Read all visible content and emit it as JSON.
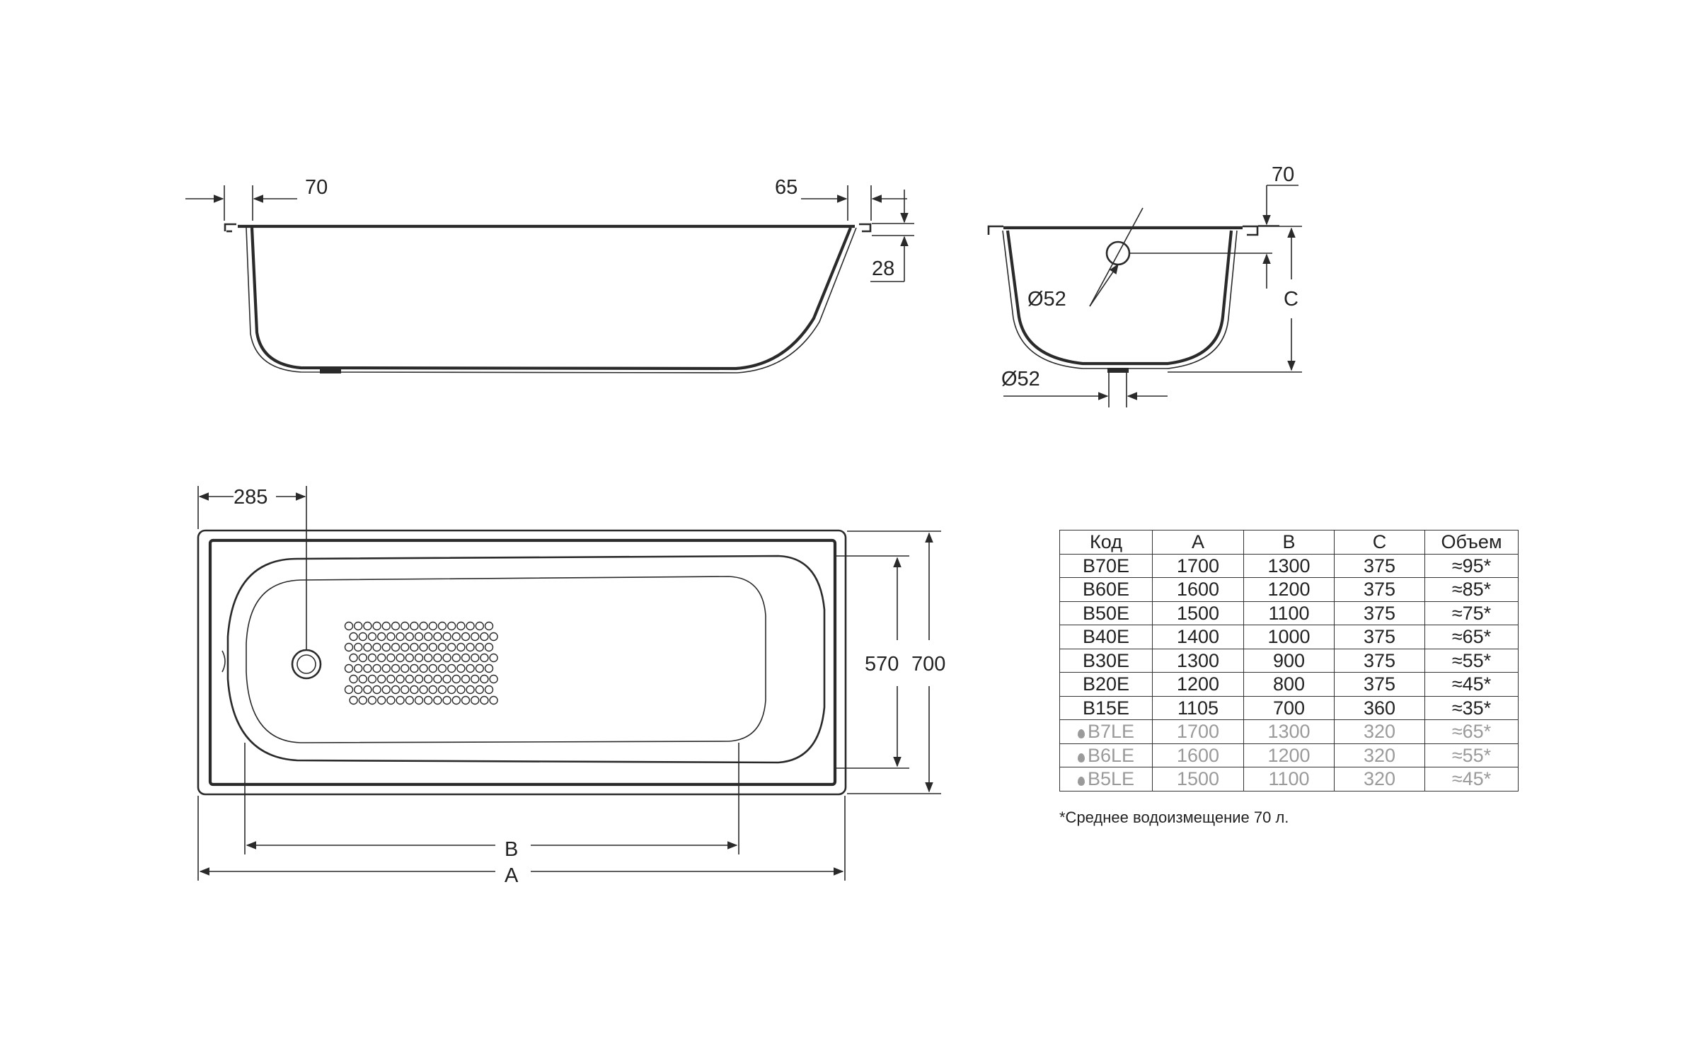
{
  "dimensions": {
    "side_rim_left": "70",
    "side_rim_right": "65",
    "side_rim_height": "28",
    "end_rim": "70",
    "overflow_diameter": "Ø52",
    "drain_diameter": "Ø52",
    "height_label": "C",
    "drain_offset": "285",
    "inner_width": "570",
    "outer_width": "700",
    "inner_length_label": "B",
    "outer_length_label": "A"
  },
  "table": {
    "headers": [
      "Код",
      "A",
      "B",
      "C",
      "Объем"
    ],
    "rows": [
      {
        "code": "B70E",
        "a": "1700",
        "b": "1300",
        "c": "375",
        "volume": "≈95*",
        "light": false
      },
      {
        "code": "B60E",
        "a": "1600",
        "b": "1200",
        "c": "375",
        "volume": "≈85*",
        "light": false
      },
      {
        "code": "B50E",
        "a": "1500",
        "b": "1100",
        "c": "375",
        "volume": "≈75*",
        "light": false
      },
      {
        "code": "B40E",
        "a": "1400",
        "b": "1000",
        "c": "375",
        "volume": "≈65*",
        "light": false
      },
      {
        "code": "B30E",
        "a": "1300",
        "b": "900",
        "c": "375",
        "volume": "≈55*",
        "light": false
      },
      {
        "code": "B20E",
        "a": "1200",
        "b": "800",
        "c": "375",
        "volume": "≈45*",
        "light": false
      },
      {
        "code": "B15E",
        "a": "1105",
        "b": "700",
        "c": "360",
        "volume": "≈35*",
        "light": false
      },
      {
        "code": "B7LE",
        "a": "1700",
        "b": "1300",
        "c": "320",
        "volume": "≈65*",
        "light": true
      },
      {
        "code": "B6LE",
        "a": "1600",
        "b": "1200",
        "c": "320",
        "volume": "≈55*",
        "light": true
      },
      {
        "code": "B5LE",
        "a": "1500",
        "b": "1100",
        "c": "320",
        "volume": "≈45*",
        "light": true
      }
    ]
  },
  "footnote": "*Среднее водоизмещение 70 л.",
  "colors": {
    "line": "#2a2a2a",
    "light_text": "#9a9a9a"
  }
}
